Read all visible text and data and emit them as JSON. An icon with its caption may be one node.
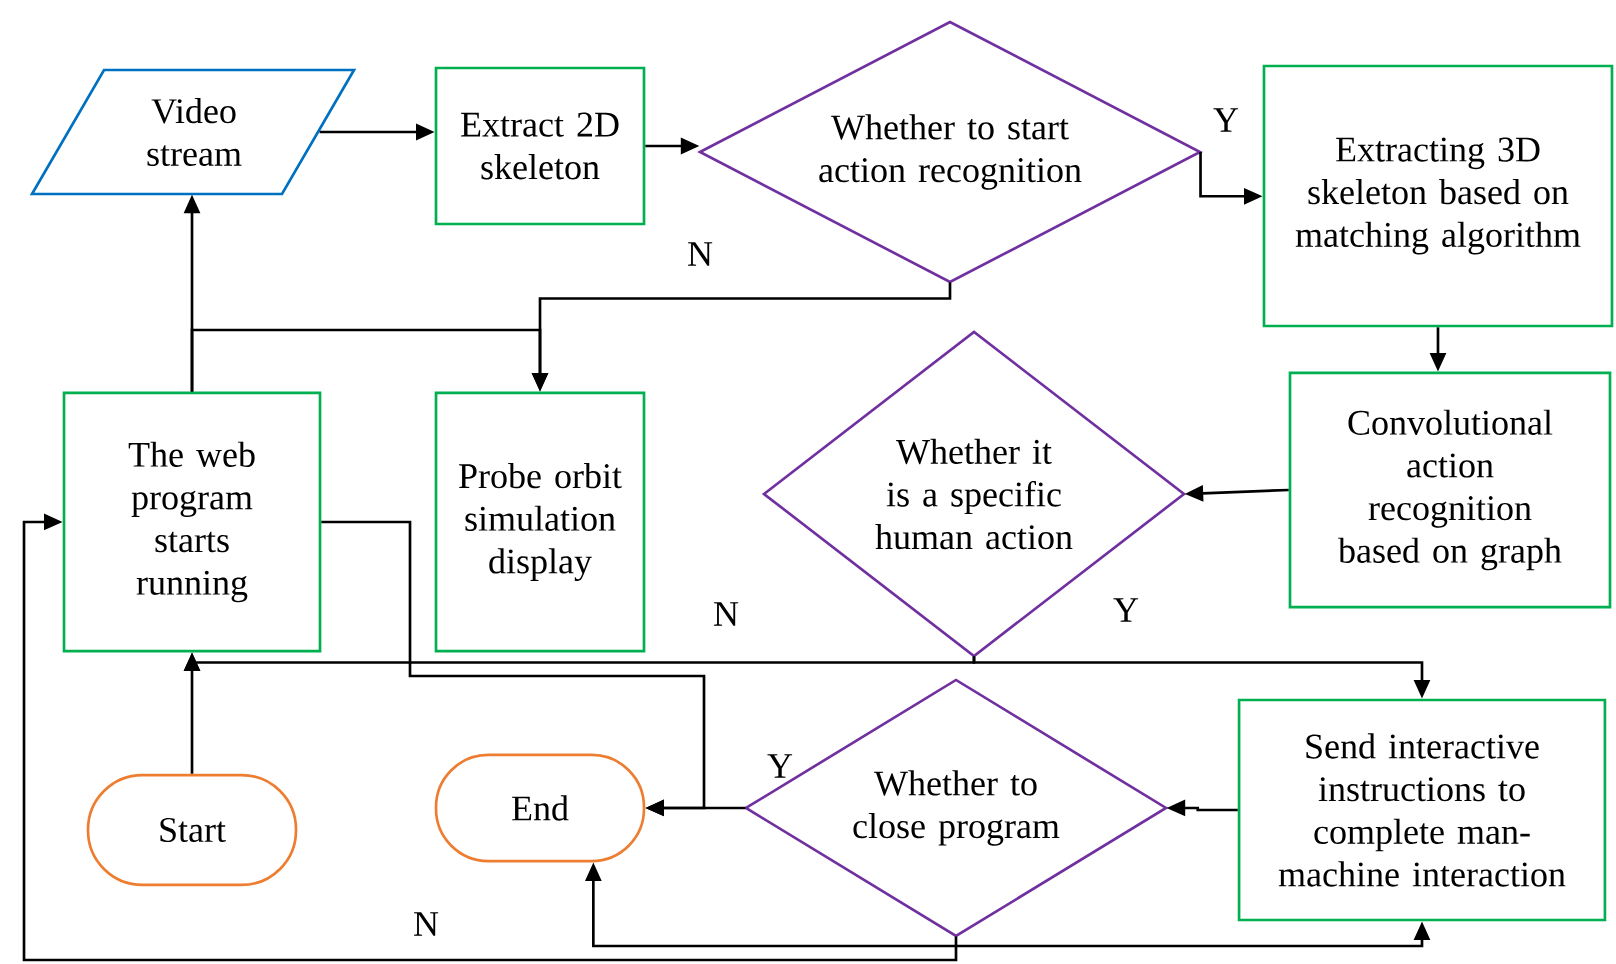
{
  "diagram": {
    "nodes": [
      {
        "text": [
          "Video stream"
        ]
      },
      {
        "text": [
          "Extract 2D skeleton"
        ]
      },
      {
        "text": [
          "Whether to start action recognition"
        ]
      },
      {
        "text": [
          "Extracting 3D skeleton based on matching algorithm"
        ]
      },
      {
        "text": [
          "The web program starts running"
        ]
      },
      {
        "text": [
          "Probe orbit simulation display"
        ]
      },
      {
        "text": [
          "Whether it is a specific human action"
        ]
      },
      {
        "text": [
          "Convolutional action recognition based on graph"
        ]
      },
      {
        "text": [
          "Start"
        ]
      },
      {
        "text": [
          "End"
        ]
      },
      {
        "text": [
          "Whether to close program"
        ]
      },
      {
        "text": [
          "Send interactive instructions to complete man-machine interaction"
        ]
      }
    ],
    "edges": [
      {
        "from": 0,
        "to": 1,
        "arrow": "to"
      },
      {
        "from": 1,
        "to": 2,
        "arrow": "to"
      },
      {
        "from": 2,
        "to": 3,
        "arrow": "to",
        "label": "Y"
      },
      {
        "from": 2,
        "to": 5,
        "arrow": "to",
        "label": "N"
      },
      {
        "from": 4,
        "to": 0,
        "arrow": "to"
      },
      {
        "from": 4,
        "to": 5,
        "arrow": "to"
      },
      {
        "from": 3,
        "to": 7,
        "arrow": "to"
      },
      {
        "from": 7,
        "to": 6,
        "arrow": "to"
      },
      {
        "from": 6,
        "to": 11,
        "arrow": "to",
        "label": "Y"
      },
      {
        "from": 6,
        "to": 4,
        "arrow": "to",
        "label": "N"
      },
      {
        "from": 8,
        "to": 4,
        "arrow": "to"
      },
      {
        "from": 11,
        "to": 10,
        "arrow": "to"
      },
      {
        "from": 10,
        "to": 9,
        "arrow": "to",
        "label": "Y"
      },
      {
        "from": 4,
        "to": 9,
        "arrow": "to"
      },
      {
        "from": 9,
        "to": 11,
        "arrow": "both"
      },
      {
        "from": 10,
        "to": 4,
        "arrow": "to",
        "label": "N"
      }
    ]
  }
}
